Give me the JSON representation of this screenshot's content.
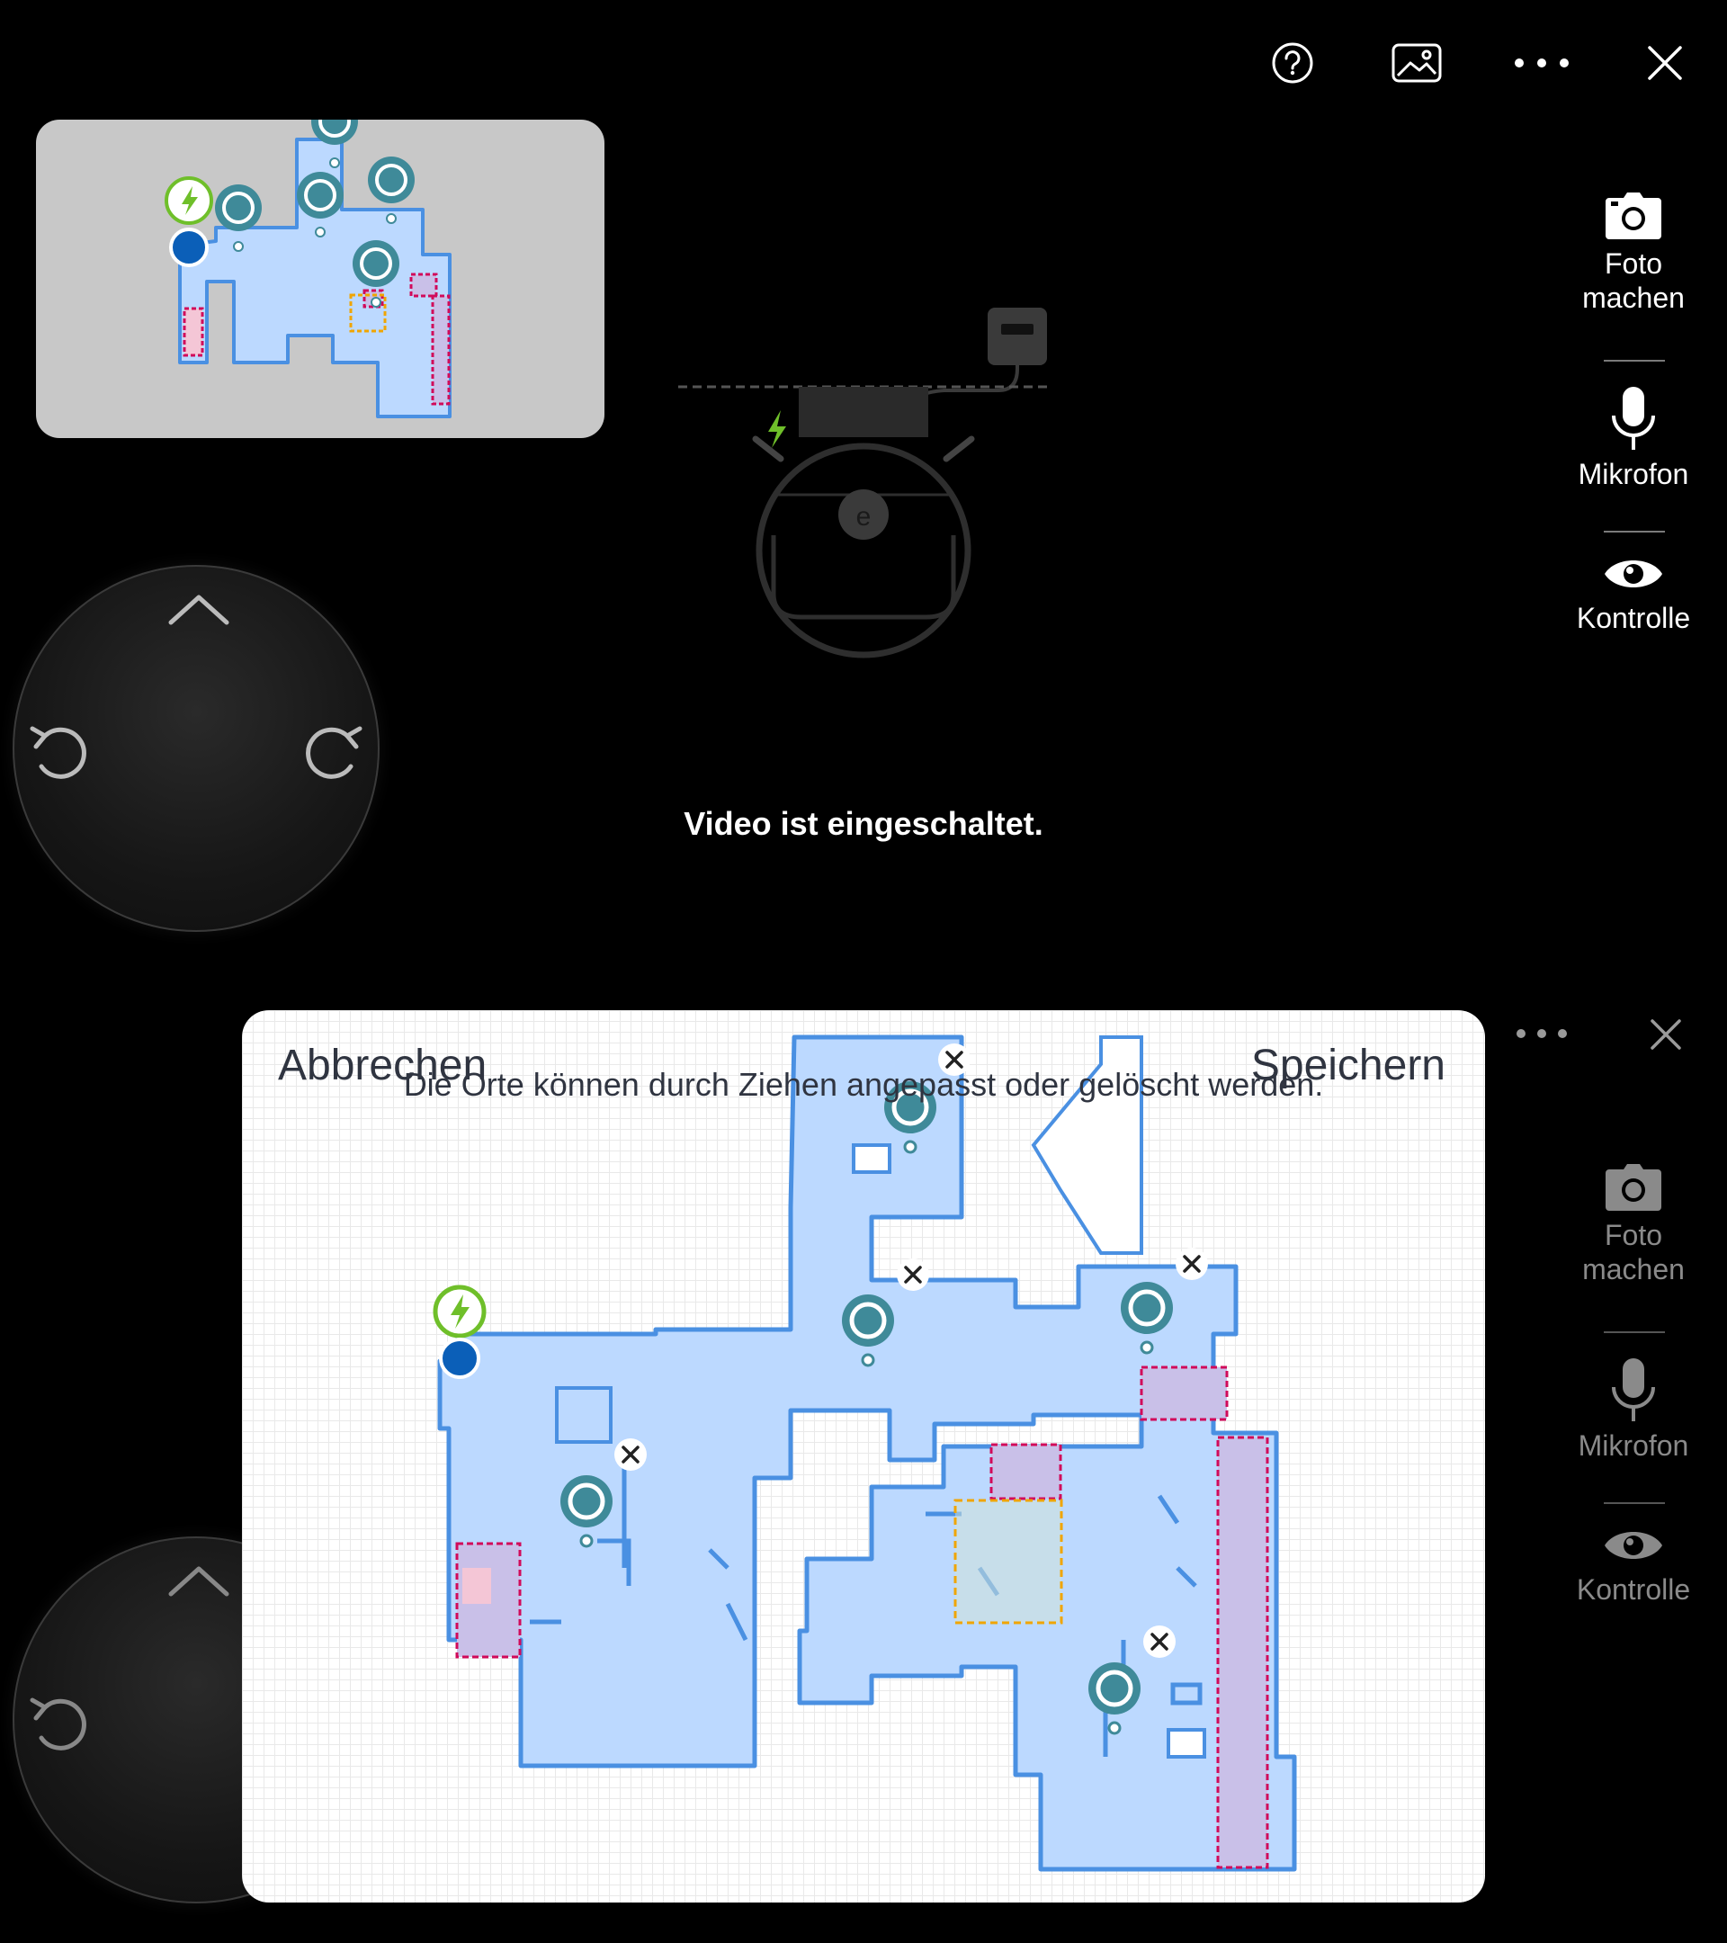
{
  "topbar": {
    "help_icon": "help-icon",
    "gallery_icon": "gallery-icon",
    "more_icon": "more-icon",
    "close_icon": "close-icon"
  },
  "side_panel": {
    "photo_label": "Foto\nmachen",
    "mic_label": "Mikrofon",
    "control_label": "Kontrolle"
  },
  "video": {
    "message": "Video ist eingeschaltet."
  },
  "dialog": {
    "cancel_label": "Abbrechen",
    "save_label": "Speichern",
    "hint": "Die Orte können durch Ziehen angepasst oder gelöscht werden."
  },
  "colors": {
    "map_fill": "#bcd9ff",
    "map_wall": "#4a90e2",
    "pin": "#3f8a99",
    "robot": "#0b5fb8",
    "charger": "#6fbf2a",
    "no_go": "#d10a5a",
    "mop_zone": "#f0a500"
  }
}
